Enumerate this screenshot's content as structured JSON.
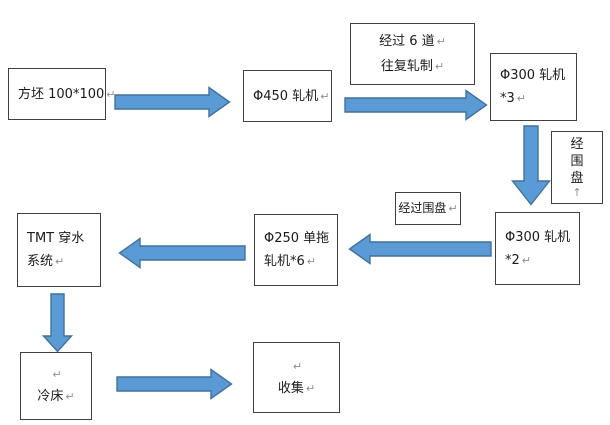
{
  "colors": {
    "background": "#ffffff",
    "arrow_fill": "#5b9bd5",
    "arrow_stroke": "#41719c",
    "box_border": "#404040",
    "text": "#1a1a1a",
    "mark": "#8f8f8f"
  },
  "boxes": {
    "billet": {
      "line1": {
        "text": "方坯 100*100",
        "mark": "↵"
      }
    },
    "mill450": {
      "line1": {
        "text": "Φ450 轧机",
        "mark": "↵"
      }
    },
    "pass6": {
      "line1": {
        "text": "经过 6 道",
        "mark": "↵"
      },
      "line2": {
        "text": "往复轧制",
        "mark": "↵"
      }
    },
    "mill300x3": {
      "line1": {
        "text": "Φ300 轧机",
        "mark": ""
      },
      "line2": {
        "text": "*3",
        "mark": "↵"
      }
    },
    "coil_loop": {
      "text": "经围盘",
      "mark": "↑"
    },
    "mill300x2": {
      "line1": {
        "text": "Φ300 轧机",
        "mark": ""
      },
      "line2": {
        "text": "*2",
        "mark": "↵"
      }
    },
    "via_coil": {
      "line1": {
        "text": "经过围盘",
        "mark": "↵"
      }
    },
    "mill250": {
      "line1": {
        "text": "Φ250 单拖",
        "mark": ""
      },
      "line2": {
        "text": "轧机*6",
        "mark": "↵"
      }
    },
    "tmt": {
      "line1": {
        "text": "TMT 穿水",
        "mark": ""
      },
      "line2": {
        "text": "系统",
        "mark": "↵"
      }
    },
    "cooling_bed": {
      "line1": {
        "text": "",
        "mark": "↵"
      },
      "line2": {
        "text": "冷床",
        "mark": "↵"
      }
    },
    "collect": {
      "line1": {
        "text": "",
        "mark": "↵"
      },
      "line2": {
        "text": "收集",
        "mark": "↵"
      }
    }
  }
}
